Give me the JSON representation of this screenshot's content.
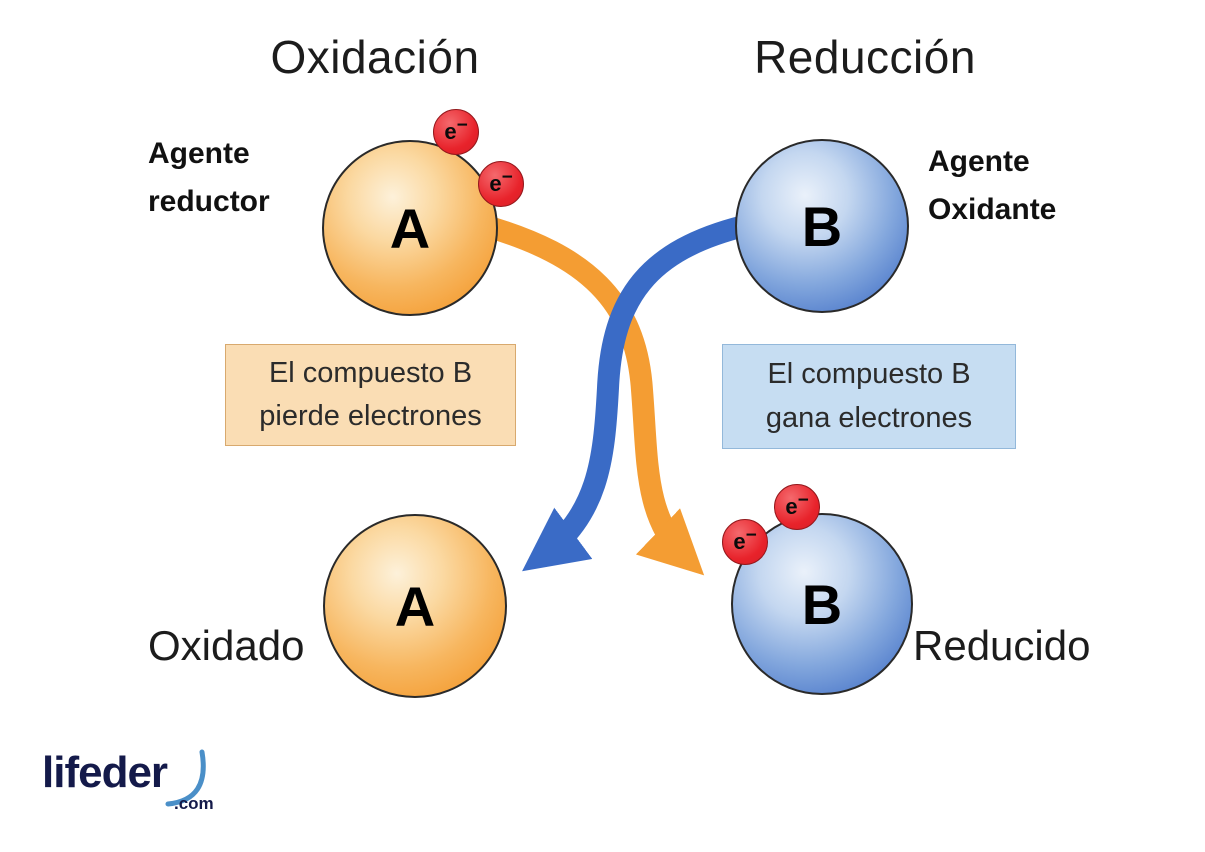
{
  "diagram": {
    "title_left": "Oxidación",
    "title_right": "Reducción",
    "agent_left": "Agente\nreductor",
    "agent_right": "Agente\nOxidante",
    "sphere_a_label": "A",
    "sphere_b_label": "B",
    "electron": {
      "base": "e",
      "sup": "−"
    },
    "box_left": "El compuesto B\npierde electrones",
    "box_right": "El compuesto B\ngana electrones",
    "result_left": "Oxidado",
    "result_right": "Reducido",
    "colors": {
      "orange": "#F49D33",
      "blue": "#3A6BC6",
      "red": "#E8232B",
      "box_left_bg": "#FADDB4",
      "box_right_bg": "#C6DDF2",
      "logo_navy": "#141A4A"
    }
  },
  "branding": {
    "logo_text": "lifeder",
    "logo_suffix": ".com"
  }
}
